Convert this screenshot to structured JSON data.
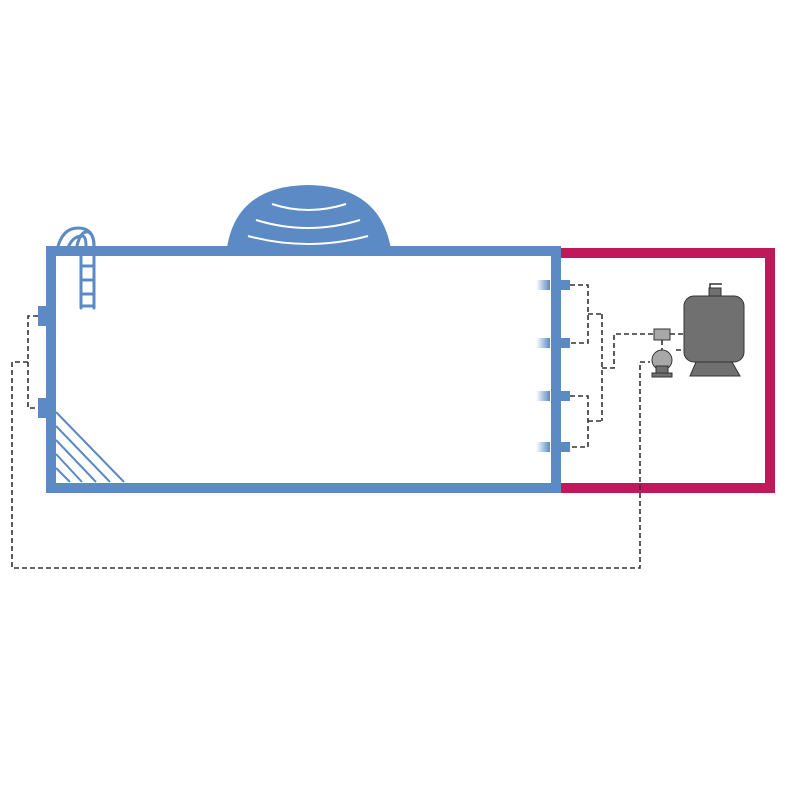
{
  "colors": {
    "pool": "#5b8ac4",
    "plant_room": "#c0185a",
    "pipe": "#333333",
    "equipment": "#707070",
    "equipment_light": "#a8a8a8",
    "background": "#ffffff"
  },
  "elements": {
    "pool": "pool-basin",
    "cover": "dome-cover",
    "ladder": "pool-ladder",
    "steps": "corner-steps",
    "skimmers": [
      "skimmer",
      "skimmer"
    ],
    "inlets": [
      "return-inlet",
      "return-inlet",
      "return-inlet",
      "return-inlet"
    ],
    "plant_room": "equipment-room",
    "filter": "sand-filter-tank",
    "pump": "circulation-pump",
    "valve": "multiport-valve"
  }
}
